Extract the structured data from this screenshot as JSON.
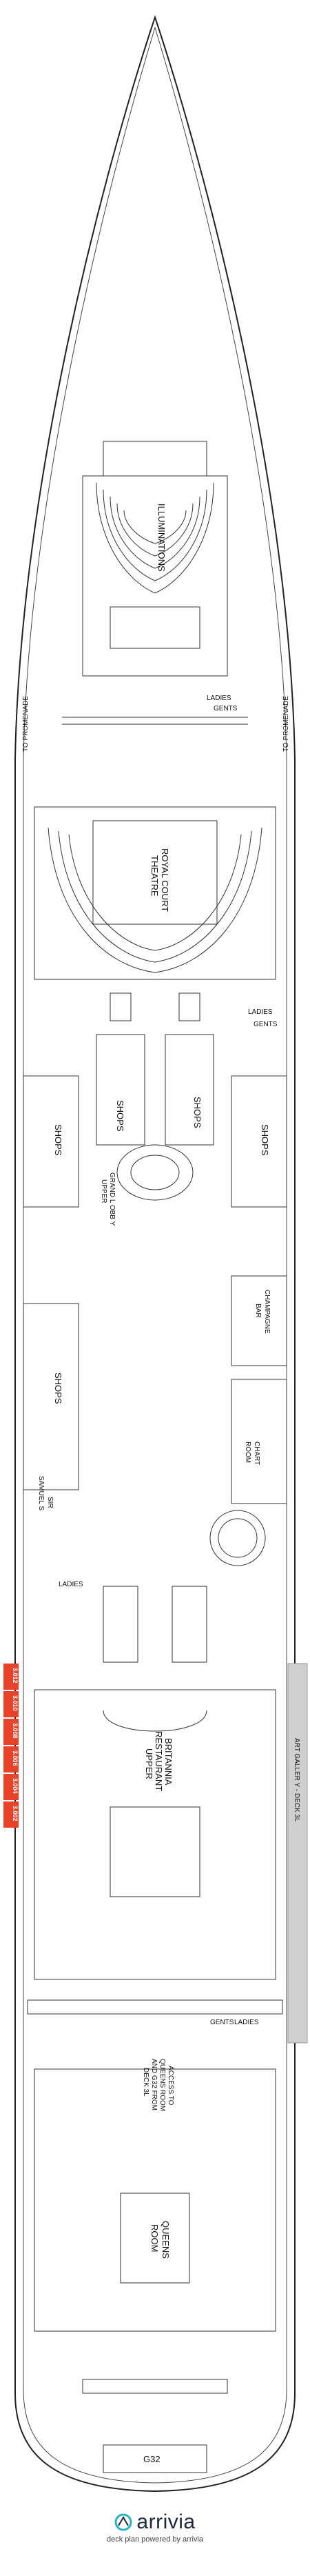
{
  "labels": {
    "to_promenade_left": "TO PROMENADE",
    "to_promenade_right": "TO PROMENADE",
    "illuminations": "ILLUMINATIONS",
    "ladies_1": "LADIES",
    "gents_1": "GENTS",
    "royal_court": "ROYAL COURT",
    "theatre": "THEATRE",
    "ladies_2": "LADIES",
    "gents_2": "GENTS",
    "shops_left_1": "SHOPS",
    "shops_c1": "SHOPS",
    "shops_c2": "SHOPS",
    "shops_right": "SHOPS",
    "grand_lobby": "GRAND L OBB Y",
    "upper": "UPPER",
    "shops_left_2": "SHOPS",
    "champagne": "CHAMPAGNE",
    "bar": "BAR",
    "chart": "CHART",
    "room": "ROOM",
    "sir": "SIR",
    "samuel": "SAMUEL S",
    "ladies_3": "LADIES",
    "britannia": "BRITANNIA",
    "restaurant": "RESTAURANT",
    "britannia_upper": "UPPER",
    "art_gallery": "ART GALLER Y - DECK 3L",
    "access_1": "ACCESS TO",
    "access_2": "QUEENS ROOM",
    "access_3": "AND G32 FROM",
    "access_4": "DECK 3L",
    "queens": "QUEENS",
    "queens_room": "ROOM",
    "g32": "G32",
    "gents_3": "GENTS",
    "ladies_4": "LADIES"
  },
  "cabins": [
    "3.012",
    "3.010",
    "3.008",
    "3.006",
    "3.004",
    "3.002"
  ],
  "colors": {
    "cabin": "#e8432a",
    "gallery": "#cfcfcf",
    "stroke": "#2a2a2a"
  },
  "footer": {
    "brand": "arrivia",
    "tagline": "deck plan powered by arrivia"
  }
}
